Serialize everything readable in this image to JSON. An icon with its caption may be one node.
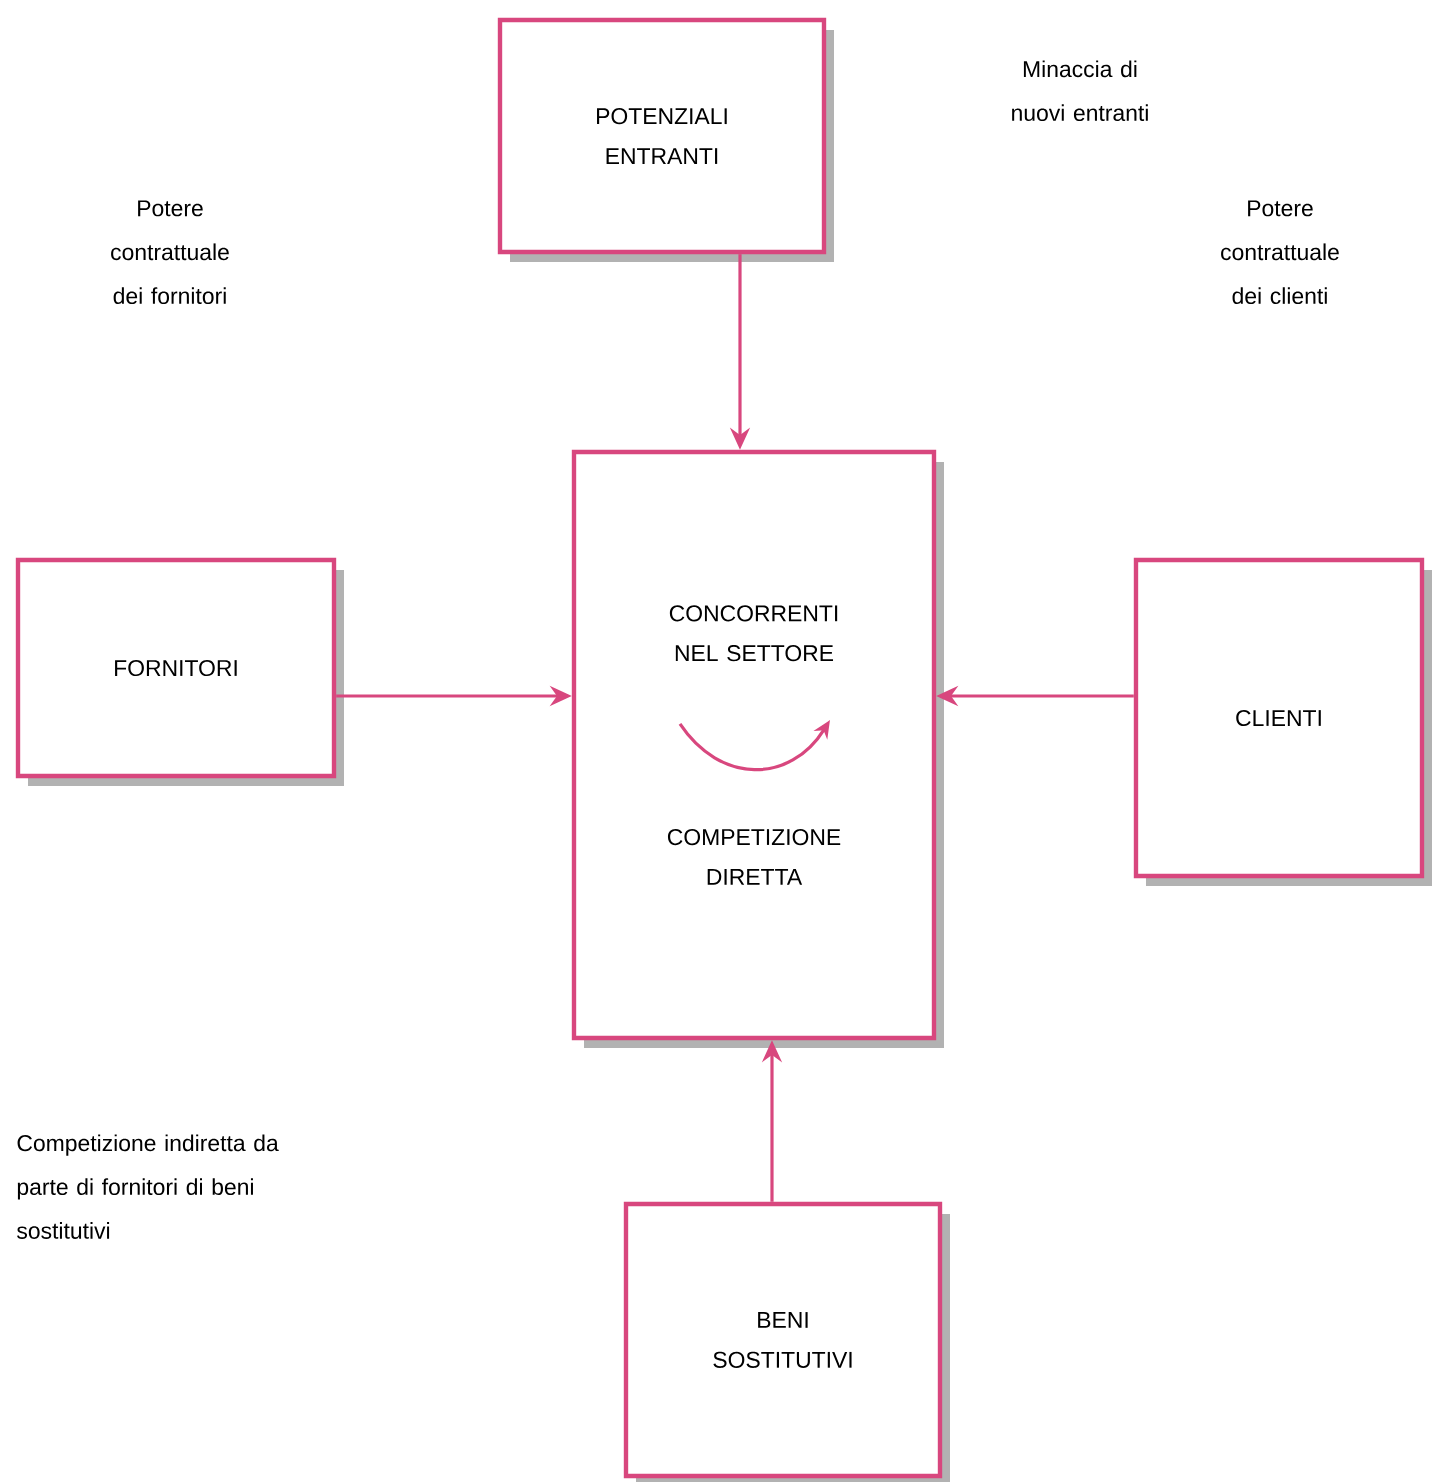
{
  "diagram": {
    "nodes": [
      {
        "text": [
          "POTENZIALI ENTRANTI"
        ]
      },
      {
        "text": [
          "CONCORRENTI NEL SETTORE",
          "COMPETIZIONE DIRETTA"
        ]
      },
      {
        "text": [
          "FORNITORI"
        ]
      },
      {
        "text": [
          "CLIENTI"
        ]
      },
      {
        "text": [
          "BENI SOSTITUTIVI"
        ]
      }
    ],
    "edges": [
      {
        "from": 0,
        "to": 1,
        "arrow": "to"
      },
      {
        "from": 2,
        "to": 1,
        "arrow": "to"
      },
      {
        "from": 3,
        "to": 1,
        "arrow": "to"
      },
      {
        "from": 4,
        "to": 1,
        "arrow": "to"
      }
    ],
    "labels": [
      "Minaccia di nuovi entranti",
      "Potere contrattuale dei fornitori",
      "Potere contrattuale dei clienti",
      "Competizione indiretta da parte di fornitori di beni sostitutivi"
    ]
  }
}
